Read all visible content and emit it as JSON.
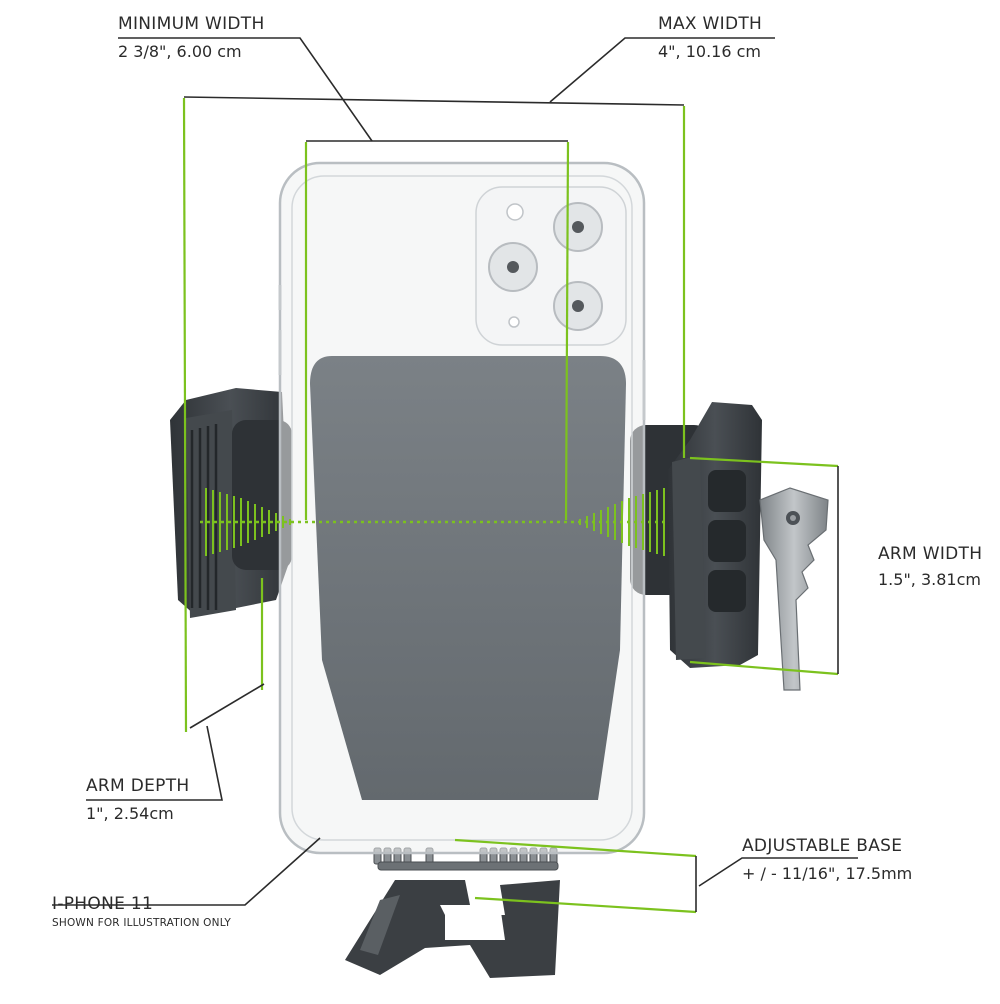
{
  "colors": {
    "accent": "#7cc21e",
    "leader": "#2b2b2b",
    "pad": "#6b7175",
    "arm": "#3a3e42",
    "text": "#2b2b2b"
  },
  "labels": {
    "min_width": {
      "title": "MINIMUM  WIDTH",
      "value": "2 3/8\", 6.00 cm"
    },
    "max_width": {
      "title": "MAX  WIDTH",
      "value": "4\", 10.16 cm"
    },
    "arm_width": {
      "title": "ARM WIDTH",
      "value": "1.5\",  3.81cm"
    },
    "arm_depth": {
      "title": "ARM DEPTH",
      "value": "1\",  2.54cm"
    },
    "adjustable_base": {
      "title": "ADJUSTABLE BASE",
      "value": "+ / - 11/16\", 17.5mm"
    },
    "iphone": {
      "title": "I-PHONE 11",
      "note": "SHOWN FOR ILLUSTRATION ONLY"
    }
  }
}
